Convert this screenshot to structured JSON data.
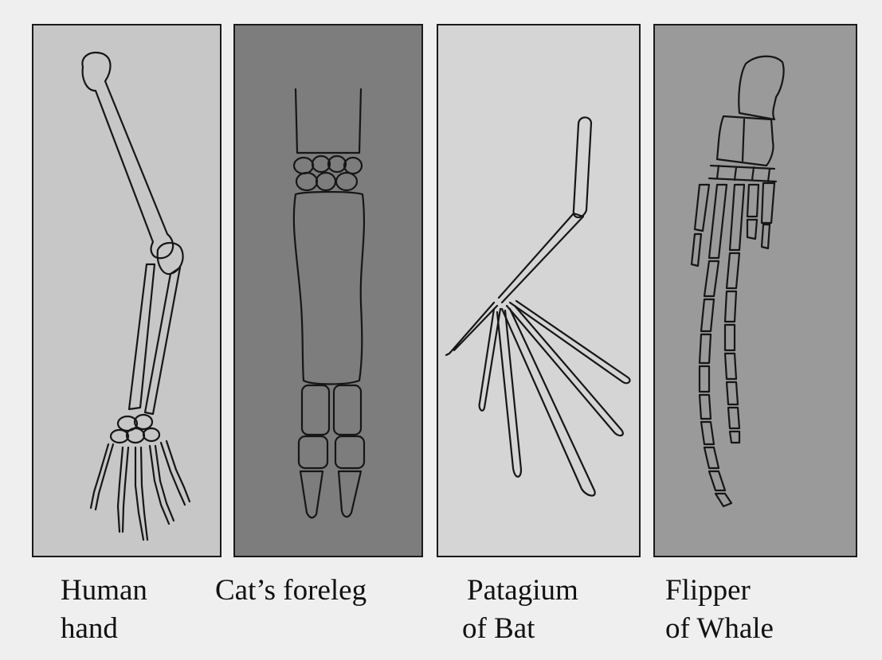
{
  "panels": [
    {
      "id": "human",
      "label_line1": "Human",
      "label_line2": "hand",
      "color": "#c7c7c7"
    },
    {
      "id": "cat",
      "label_line1": "Cat’s foreleg",
      "label_line2": "",
      "color": "#7d7d7d"
    },
    {
      "id": "bat",
      "label_line1": "Patagium",
      "label_line2": "of Bat",
      "color": "#d5d5d5"
    },
    {
      "id": "whale",
      "label_line1": "Flipper",
      "label_line2": "of Whale",
      "color": "#9a9a9a"
    }
  ]
}
